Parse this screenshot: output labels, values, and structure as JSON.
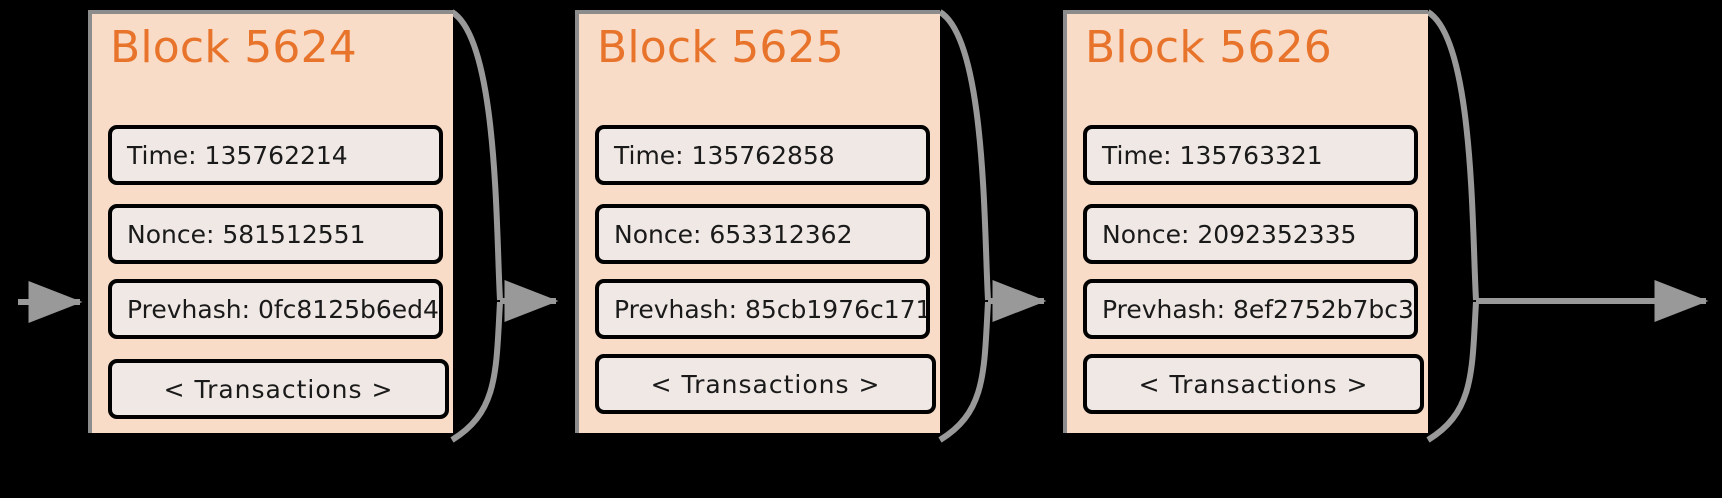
{
  "diagram": {
    "type": "blockchain-chain",
    "background_color": "#000000",
    "block_fill": "#f8dcc8",
    "field_fill": "#f0e8e4",
    "title_color": "#e8742c",
    "connector_color": "#999999",
    "field_label_time": "Time:",
    "field_label_nonce": "Nonce:",
    "field_label_prevhash": "Prevhash:"
  },
  "blocks": [
    {
      "title": "Block 5624",
      "time": "Time: 135762214",
      "nonce": "Nonce: 581512551",
      "prevhash": "Prevhash: 0fc8125b6ed4",
      "transactions": "< Transactions >"
    },
    {
      "title": "Block 5625",
      "time": "Time: 135762858",
      "nonce": "Nonce: 653312362",
      "prevhash": "Prevhash: 85cb1976c171",
      "transactions": "< Transactions >"
    },
    {
      "title": "Block 5626",
      "time": "Time: 135763321",
      "nonce": "Nonce: 2092352335",
      "prevhash": "Prevhash: 8ef2752b7bc3",
      "transactions": "< Transactions >"
    }
  ]
}
